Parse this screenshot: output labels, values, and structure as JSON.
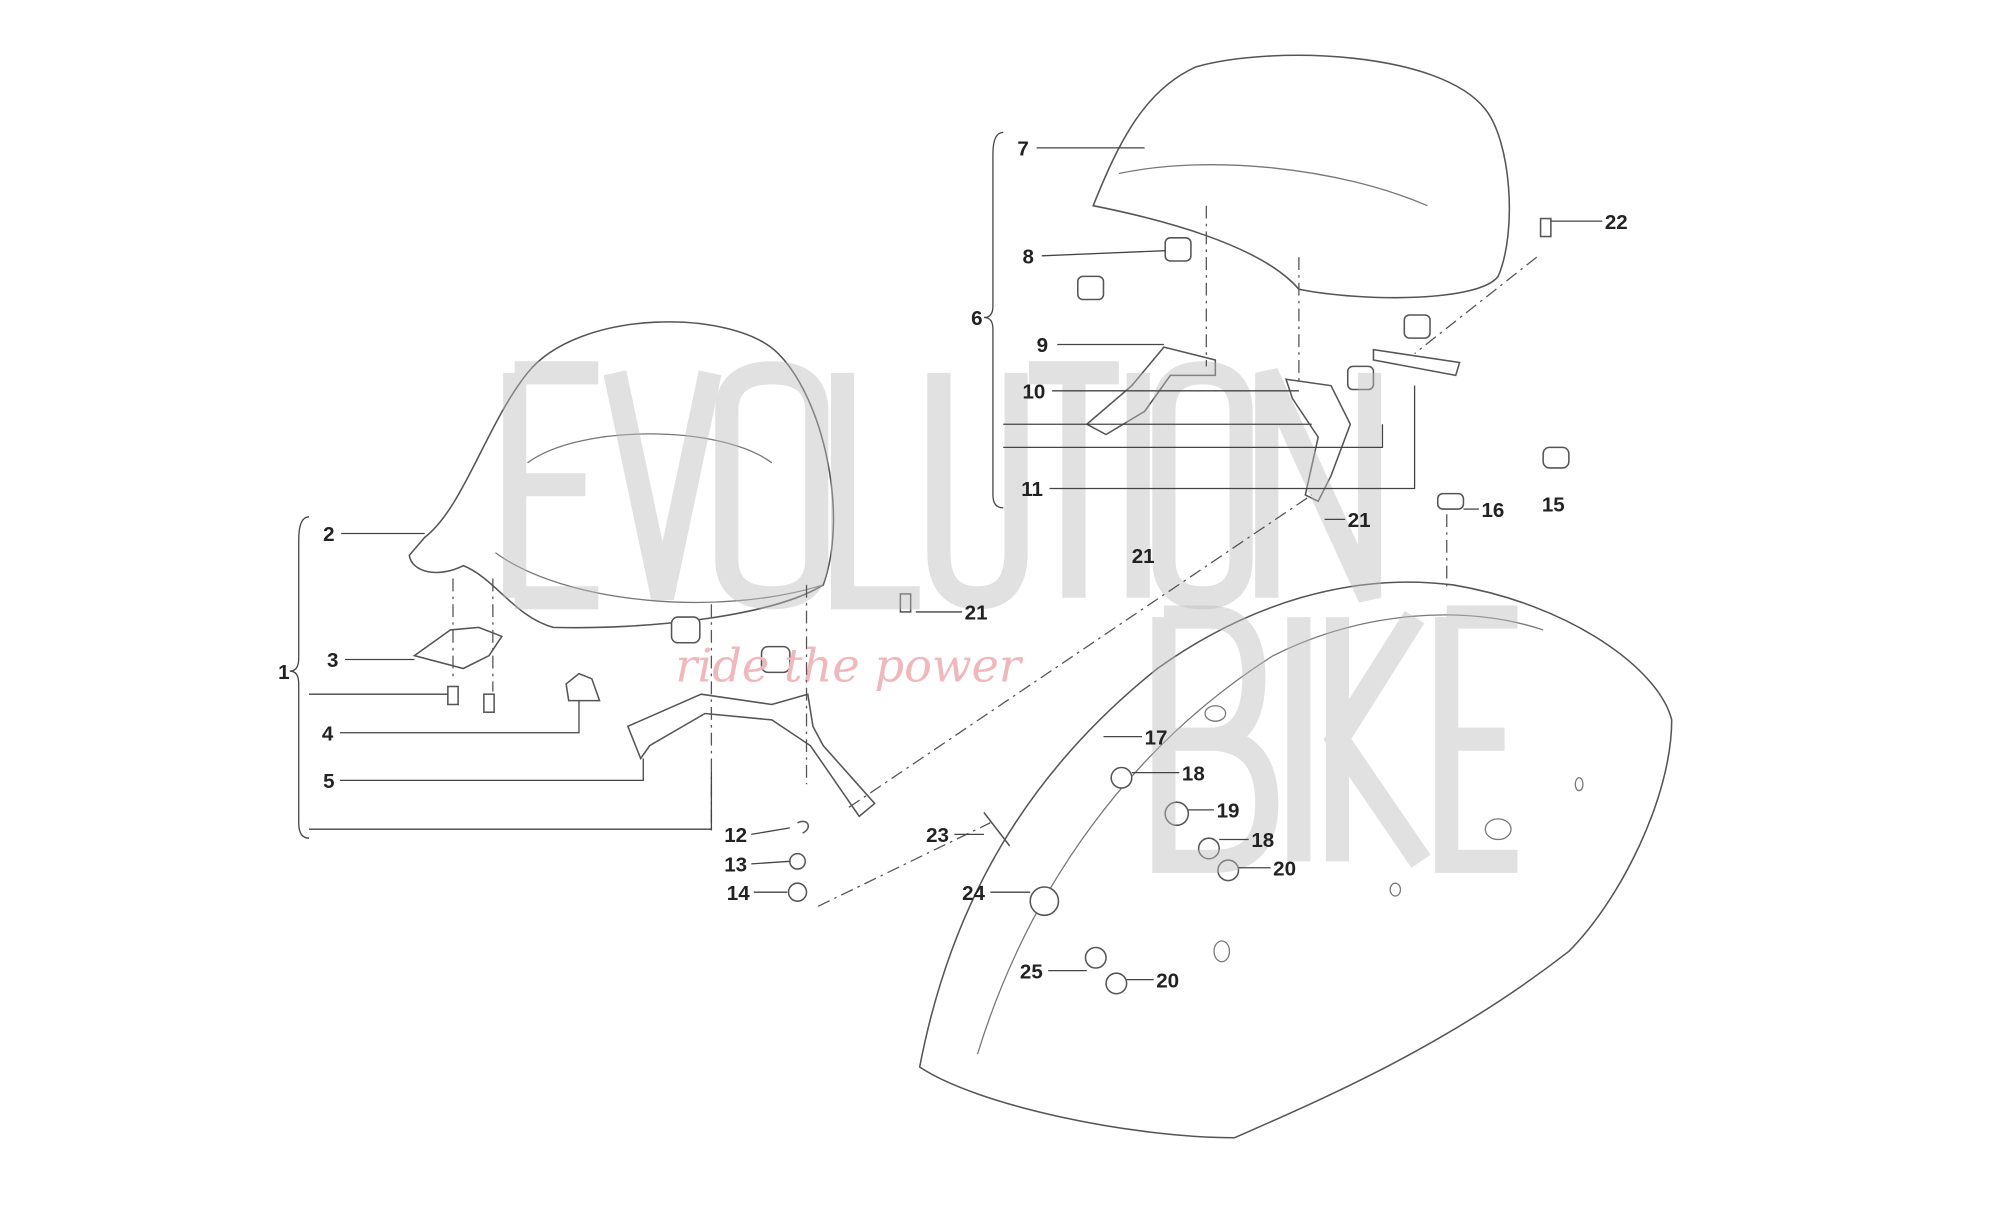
{
  "diagram": {
    "title_watermark": "EVOLUTION BIKE",
    "watermark_tagline": "ride the power",
    "callouts": [
      "1",
      "2",
      "3",
      "4",
      "5",
      "6",
      "7",
      "8",
      "9",
      "10",
      "11",
      "12",
      "13",
      "14",
      "15",
      "16",
      "17",
      "18",
      "19",
      "18",
      "20",
      "21",
      "21",
      "21",
      "22",
      "23",
      "24",
      "25",
      "20"
    ],
    "colors": {
      "line": "#555555",
      "label": "#222222",
      "watermark": "#cfcfcf",
      "tagline": "#f0b8bc"
    }
  }
}
